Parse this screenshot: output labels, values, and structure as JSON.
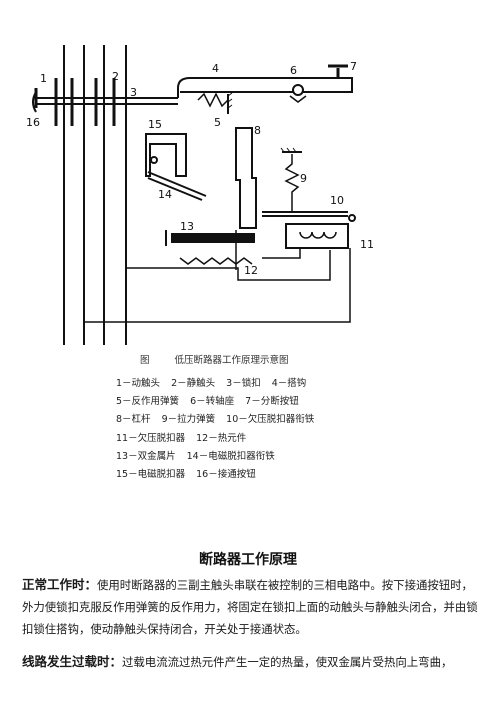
{
  "figure": {
    "labels": [
      "1",
      "2",
      "3",
      "4",
      "5",
      "6",
      "7",
      "8",
      "9",
      "10",
      "11",
      "12",
      "13",
      "14",
      "15",
      "16"
    ],
    "caption_prefix": "图",
    "caption": "低压断路器工作原理示意图"
  },
  "legend": [
    [
      "1－动触头",
      "2－静触头",
      "3－锁扣",
      "4－搭钩"
    ],
    [
      "5－反作用弹簧",
      "6－转轴座",
      "7－分断按钮"
    ],
    [
      "8－杠杆",
      "9－拉力弹簧",
      "10－欠压脱扣器衔铁"
    ],
    [
      "11－欠压脱扣器",
      "12－热元件"
    ],
    [
      "13－双金属片",
      "14－电磁脱扣器衔铁"
    ],
    [
      "15－电磁脱扣器",
      "16－接通按钮"
    ]
  ],
  "title": "断路器工作原理",
  "paragraphs": [
    {
      "lead": "正常工作时：",
      "text": "使用时断路器的三副主触头串联在被控制的三相电路中。按下接通按钮时，外力使锁扣克服反作用弹簧的反作用力，将固定在锁扣上面的动触头与静触头闭合，并由锁扣锁住搭钩，使动静触头保持闭合，开关处于接通状态。"
    },
    {
      "lead": "线路发生过载时：",
      "text": "过载电流流过热元件产生一定的热量，使双金属片受热向上弯曲，"
    }
  ]
}
